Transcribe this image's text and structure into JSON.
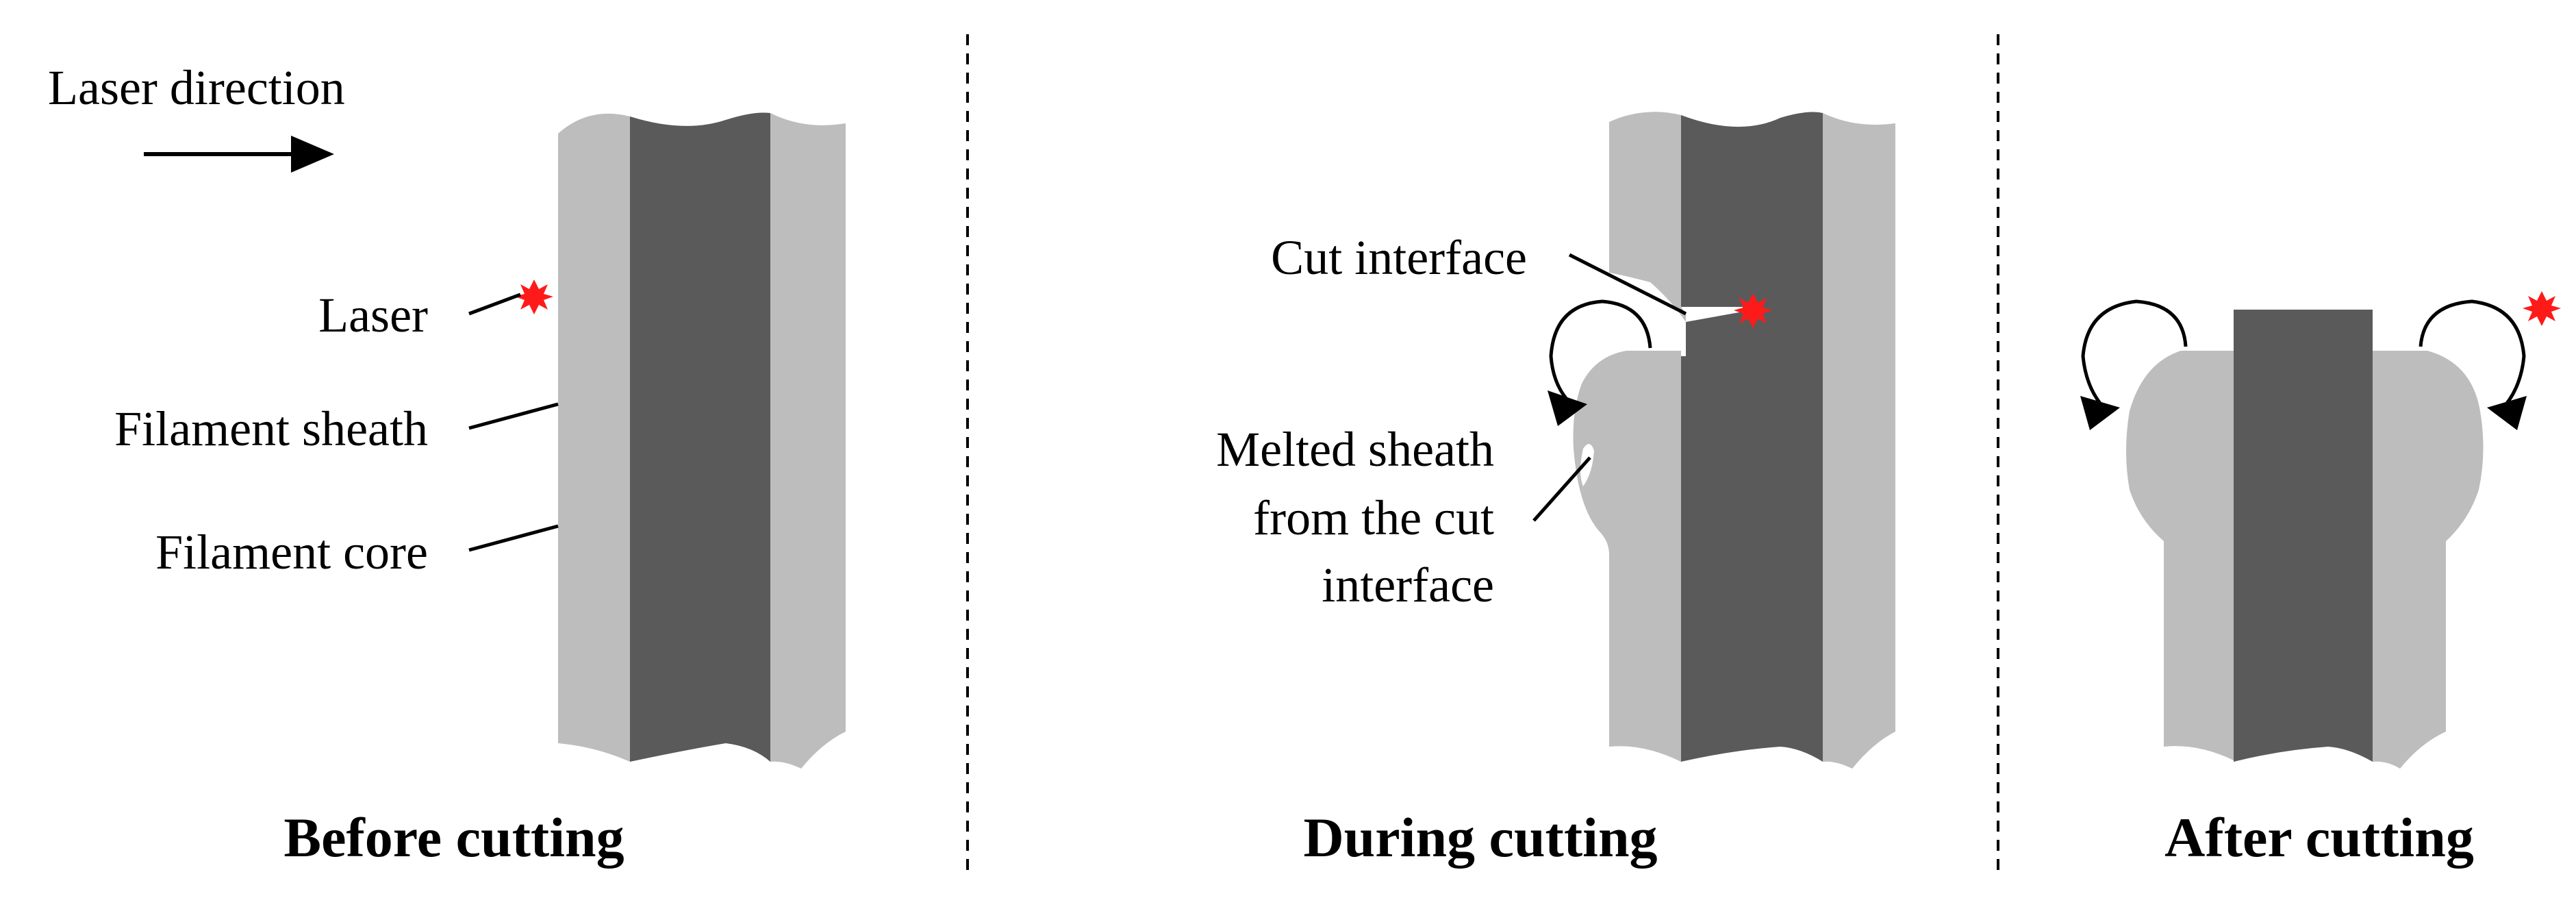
{
  "labels": {
    "laser_direction": "Laser direction",
    "laser": "Laser",
    "filament_sheath": "Filament sheath",
    "filament_core": "Filament core",
    "cut_interface": "Cut interface",
    "melted_line1": "Melted sheath",
    "melted_line2": "from the cut",
    "melted_line3": "interface"
  },
  "panels": [
    {
      "caption": "Before cutting"
    },
    {
      "caption": "During cutting"
    },
    {
      "caption": "After cutting"
    }
  ],
  "colors": {
    "sheath": "#bdbdbd",
    "core": "#5a5a5a",
    "laser_spot": "#ff1a1a"
  }
}
